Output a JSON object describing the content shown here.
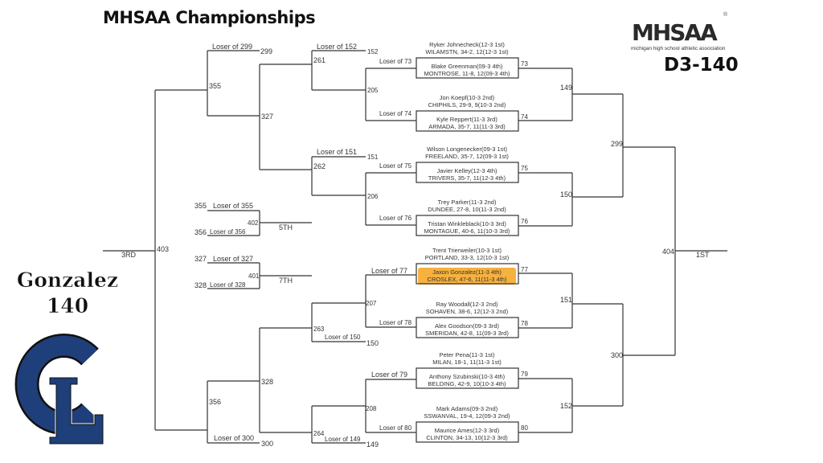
{
  "header": {
    "title": "MHSAA Championships",
    "logo_text": "MHSAA",
    "logo_subtitle": "michigan high school athletic association",
    "registered": "®",
    "bracket_code": "D3-140"
  },
  "wrestler": {
    "name": "Gonzalez",
    "weight": "140",
    "school_logo_text": "CL",
    "school_color": "#1f3f7a"
  },
  "highlight_color": "#f5a31d",
  "matches": [
    {
      "num": "73",
      "top_name": "Ryker Johnecheck(12-3 1st)",
      "top_school": "WILAMSTN, 34-2, 12(12-3 1st)",
      "bottom_name": "Blake Greenman(09-3 4th)",
      "bottom_school": "MONTROSE, 11-8, 12(09-3 4th)",
      "highlight": false
    },
    {
      "num": "74",
      "top_name": "Jon Koepf(10-3 2nd)",
      "top_school": "CHIPHILS, 29-9, 9(10-3 2nd)",
      "bottom_name": "Kyle Reppert(11-3 3rd)",
      "bottom_school": "ARMADA, 35-7, 11(11-3 3rd)",
      "highlight": false
    },
    {
      "num": "75",
      "top_name": "Wilson Longenecker(09-3 1st)",
      "top_school": "FREELAND, 35-7, 12(09-3 1st)",
      "bottom_name": "Javier Kelley(12-3 4th)",
      "bottom_school": "TRIVERS, 35-7, 11(12-3 4th)",
      "highlight": false
    },
    {
      "num": "76",
      "top_name": "Trey Parker(11-3 2nd)",
      "top_school": "DUNDEE, 27-8, 10(11-3 2nd)",
      "bottom_name": "Tristan Winkleblack(10-3 3rd)",
      "bottom_school": "MONTAGUE, 40-6, 11(10-3 3rd)",
      "highlight": false
    },
    {
      "num": "77",
      "top_name": "Trent Trierweiler(10-3 1st)",
      "top_school": "PORTLAND, 33-3, 12(10-3 1st)",
      "bottom_name": "Jaxon Gonzalez(11-3 4th)",
      "bottom_school": "CROSLEX, 47-6, 11(11-3 4th)",
      "highlight": true
    },
    {
      "num": "78",
      "top_name": "Ray Woodall(12-3 2nd)",
      "top_school": "SOHAVEN, 38-6, 12(12-3 2nd)",
      "bottom_name": "Alex Goodson(09-3 3rd)",
      "bottom_school": "SMERIDAN, 42-8, 11(09-3 3rd)",
      "highlight": false
    },
    {
      "num": "79",
      "top_name": "Peter Pena(11-3 1st)",
      "top_school": "MILAN, 18-1, 11(11-3 1st)",
      "bottom_name": "Anthony Szubinski(10-3 4th)",
      "bottom_school": "BELDING, 42-9, 10(10-3 4th)",
      "highlight": false
    },
    {
      "num": "80",
      "top_name": "Mark Adams(09-3 2nd)",
      "top_school": "SSWANVAL, 19-4, 12(09-3 2nd)",
      "bottom_name": "Maurice Ames(12-3 3rd)",
      "bottom_school": "CLINTON, 34-13, 10(12-3 3rd)",
      "highlight": false
    }
  ],
  "consolation": {
    "loser_73": "Loser of 73",
    "loser_74": "Loser of 74",
    "loser_75": "Loser of 75",
    "loser_76": "Loser of 76",
    "loser_77": "Loser of 77",
    "loser_78": "Loser of 78",
    "loser_79": "Loser of 79",
    "loser_80": "Loser of 80",
    "loser_152": "Loser of 152",
    "n152": "152",
    "loser_151": "Loser of 151",
    "n151": "151",
    "loser_150": "Loser of 150",
    "n150": "150",
    "loser_149": "Loser of 149",
    "n149": "149",
    "loser_299": "Loser of 299",
    "n299": "299",
    "loser_300": "Loser of 300",
    "n300": "300",
    "m205": "205",
    "m206": "206",
    "m207": "207",
    "m208": "208",
    "m261": "261",
    "m262": "262",
    "m263": "263",
    "m264": "264",
    "m327": "327",
    "m328": "328",
    "m355": "355",
    "m356": "356",
    "m403": "403",
    "third": "3RD",
    "fifth": {
      "top_num": "355",
      "top_label": "Loser of 355",
      "bottom_num": "356",
      "bottom_label": "Loser of 356",
      "match": "402",
      "place": "5TH"
    },
    "seventh": {
      "top_num": "327",
      "top_label": "Loser of 327",
      "bottom_num": "328",
      "bottom_label": "Loser of 328",
      "match": "401",
      "place": "7TH"
    }
  },
  "championship": {
    "m149": "149",
    "m150": "150",
    "m151": "151",
    "m152": "152",
    "m299": "299",
    "m300": "300",
    "m404": "404",
    "first": "1ST"
  }
}
